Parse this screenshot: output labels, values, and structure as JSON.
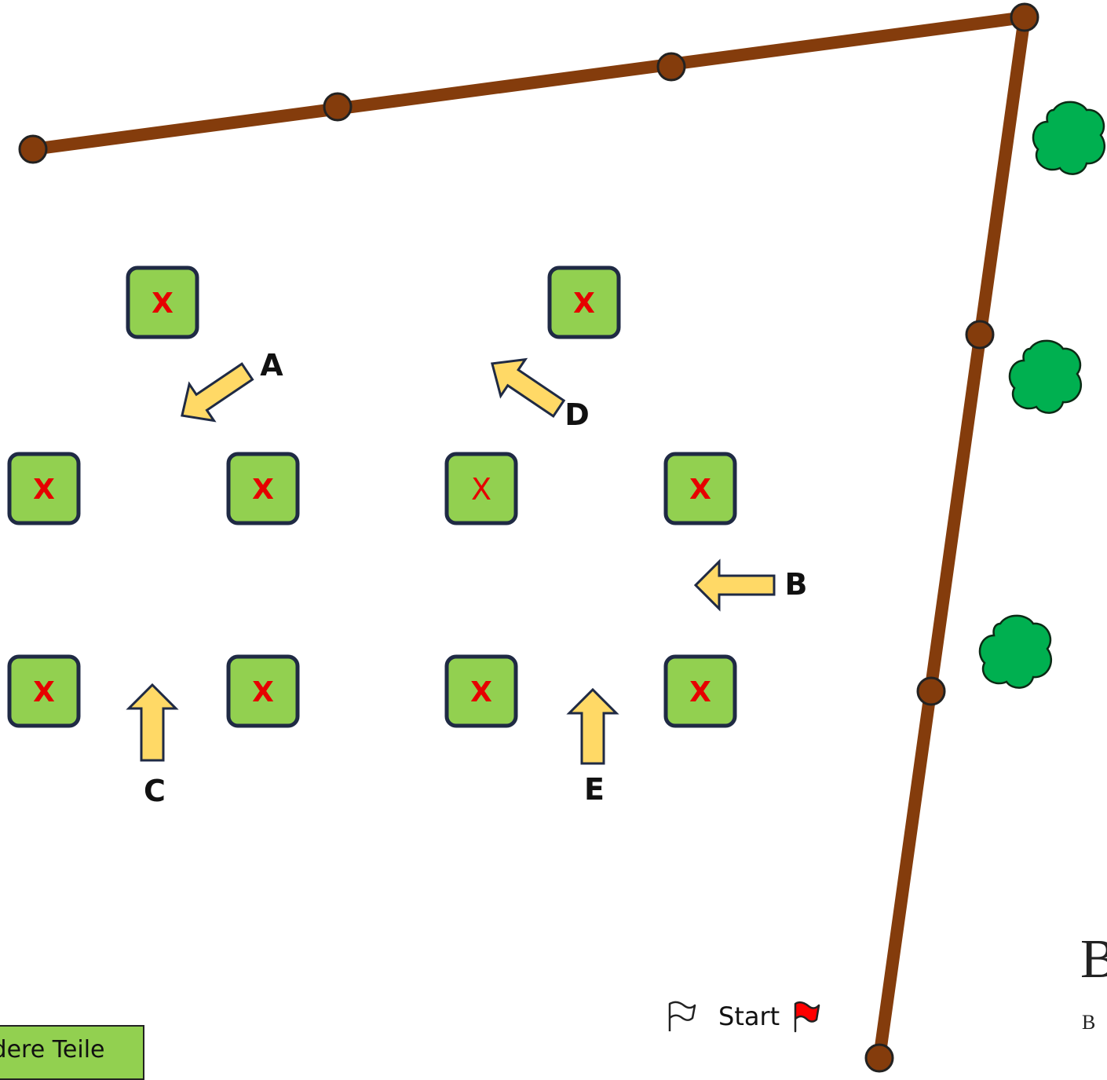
{
  "obstacles": [
    {
      "label": "X",
      "style": "bold"
    },
    {
      "label": "X",
      "style": "bold"
    },
    {
      "label": "X",
      "style": "bold"
    },
    {
      "label": "X",
      "style": "bold"
    },
    {
      "label": "X",
      "style": "thin"
    },
    {
      "label": "X",
      "style": "bold"
    },
    {
      "label": "X",
      "style": "bold"
    },
    {
      "label": "X",
      "style": "bold"
    },
    {
      "label": "X",
      "style": "bold"
    },
    {
      "label": "X",
      "style": "bold"
    }
  ],
  "arrows": [
    {
      "label": "A"
    },
    {
      "label": "B"
    },
    {
      "label": "C"
    },
    {
      "label": "D"
    },
    {
      "label": "E"
    }
  ],
  "start": {
    "label": "Start"
  },
  "legend": {
    "text": "Andere Teile"
  },
  "logo": {
    "big": "B",
    "small": "B"
  },
  "colors": {
    "fence": "#843c0c",
    "box_fill": "#92d050",
    "box_border": "#1f2a44",
    "x_color": "#e60000",
    "arrow_fill": "#ffd966",
    "tree": "#00b050",
    "flag": "#ff0000"
  }
}
